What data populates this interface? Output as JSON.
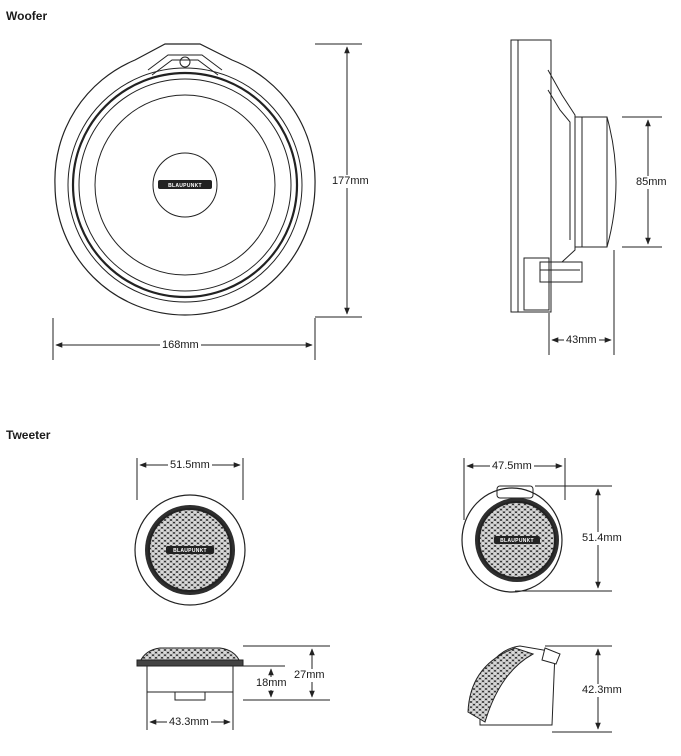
{
  "sections": {
    "woofer": "Woofer",
    "tweeter": "Tweeter"
  },
  "brand": "BLAUPUNKT",
  "woofer": {
    "height": "177mm",
    "width": "168mm",
    "magnet_diameter": "85mm",
    "depth": "43mm"
  },
  "tweeter_front": {
    "width": "51.5mm"
  },
  "tweeter_angled": {
    "width": "47.5mm",
    "height": "51.4mm"
  },
  "tweeter_side": {
    "height": "27mm",
    "mount_depth": "18mm",
    "base_width": "43.3mm"
  },
  "tweeter_angled_side": {
    "height": "42.3mm"
  }
}
